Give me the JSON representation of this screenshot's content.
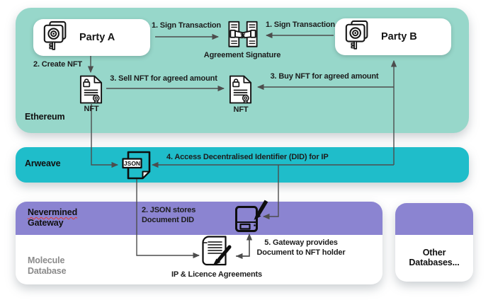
{
  "ethereum": {
    "label": "Ethereum",
    "party_a": "Party A",
    "party_b": "Party B",
    "sign_transaction_left": "1. Sign Transaction",
    "sign_transaction_right": "1. Sign Transaction",
    "agreement_signature": "Agreement Signature",
    "create_nft": "2. Create NFT",
    "sell_nft": "3. Sell NFT for agreed amount",
    "buy_nft": "3. Buy NFT for agreed amount",
    "nft_left_caption": "NFT",
    "nft_right_caption": "NFT"
  },
  "arweave": {
    "label": "Arweave",
    "json_badge": "JSON",
    "access_did": "4. Access Decentralised Identifier (DID) for IP"
  },
  "gateway": {
    "name_line1": "Nevermined",
    "name_line2": "Gateway",
    "json_stores_line1": "2. JSON stores",
    "json_stores_line2": "Document DID",
    "provides_line1": "5. Gateway provides",
    "provides_line2": "Document to NFT holder",
    "molecule_line1": "Molecule",
    "molecule_line2": "Database",
    "ip_agreements_caption": "IP & Licence Agreements"
  },
  "other_databases": {
    "line1": "Other",
    "line2": "Databases..."
  },
  "colors": {
    "ethereum_band": "#97d7ca",
    "arweave_band": "#1fbdca",
    "gateway_purple": "#8b84d1",
    "connector_gray": "#4d4d4d",
    "misspell_underline": "#e03c31",
    "muted_text": "#8b8b8b"
  }
}
